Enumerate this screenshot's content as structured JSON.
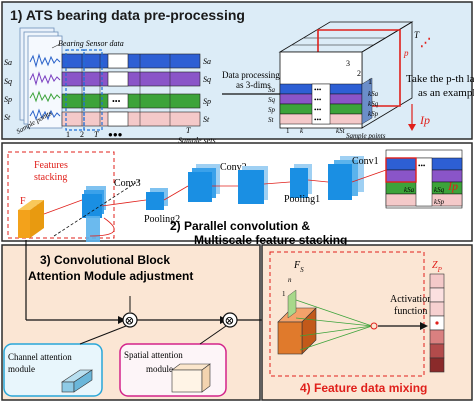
{
  "panel1": {
    "title": "1) ATS bearing data pre-processing",
    "sensor_label": "Bearing Sensor data",
    "row_labels": [
      "Sa",
      "Sq",
      "Sp",
      "St"
    ],
    "sample_points_label": "Sample points",
    "index_labels": [
      "1",
      "2",
      "T",
      "●●●"
    ],
    "sample_sets_label": "Sample sets",
    "T_label": "T",
    "dims_text_1": "Data processing",
    "dims_text_2": "as 3-dims",
    "cube_labels": [
      "3",
      "2",
      "1",
      "T"
    ],
    "cube_row_labels": [
      "Sa",
      "Sq",
      "Sp",
      "St"
    ],
    "cube_bottom_labels": [
      "1",
      "k",
      "kSt"
    ],
    "k_labels": [
      "kSa",
      "kSq",
      "kSp"
    ],
    "cube_sample_points": "Sample points",
    "example_text_1": "Take the p-th layer",
    "example_text_2": "as an example",
    "ip_label": "Ip",
    "p_label": "p"
  },
  "panel2": {
    "title_1": "2) Parallel convolution &",
    "title_2": "Multiscale feature stacking",
    "features_stacking": "Features stacking",
    "f_stack": "Fstack",
    "conv1": "Conv1",
    "conv2": "Conv2",
    "conv3": "Conv3",
    "pooling1": "Pooling1",
    "pooling2": "Pooling2",
    "ip_label": "Ip",
    "k_labels": [
      "kSa",
      "kSq",
      "kSp"
    ]
  },
  "panel3": {
    "title_1": "3) Convolutional Block",
    "title_2": "Attention Module adjustment",
    "channel_1": "Channel attention",
    "channel_2": "module",
    "spatial_1": "Spatial attention",
    "spatial_2": "module",
    "times_symbol": "⊗"
  },
  "panel4": {
    "title": "4) Feature data mixing",
    "fs_label": "FS",
    "zp_label": "ZP",
    "activation_1": "Activation",
    "activation_2": "function",
    "n_label": "n",
    "one_label": "1"
  },
  "colors": {
    "panel1_bg": "#dcecf7",
    "panel2_bg": "#ffffff",
    "panel3_bg": "#fbe6d4",
    "panel4_bg": "#fbe6d4",
    "accent_red": "#e0201b",
    "blue": "#1f6fd6",
    "cube_blue": "#1a8fe3",
    "orange": "#f3a21b",
    "green": "#4fb648",
    "purple": "#8a55c8",
    "pink": "#f4c9c9"
  }
}
